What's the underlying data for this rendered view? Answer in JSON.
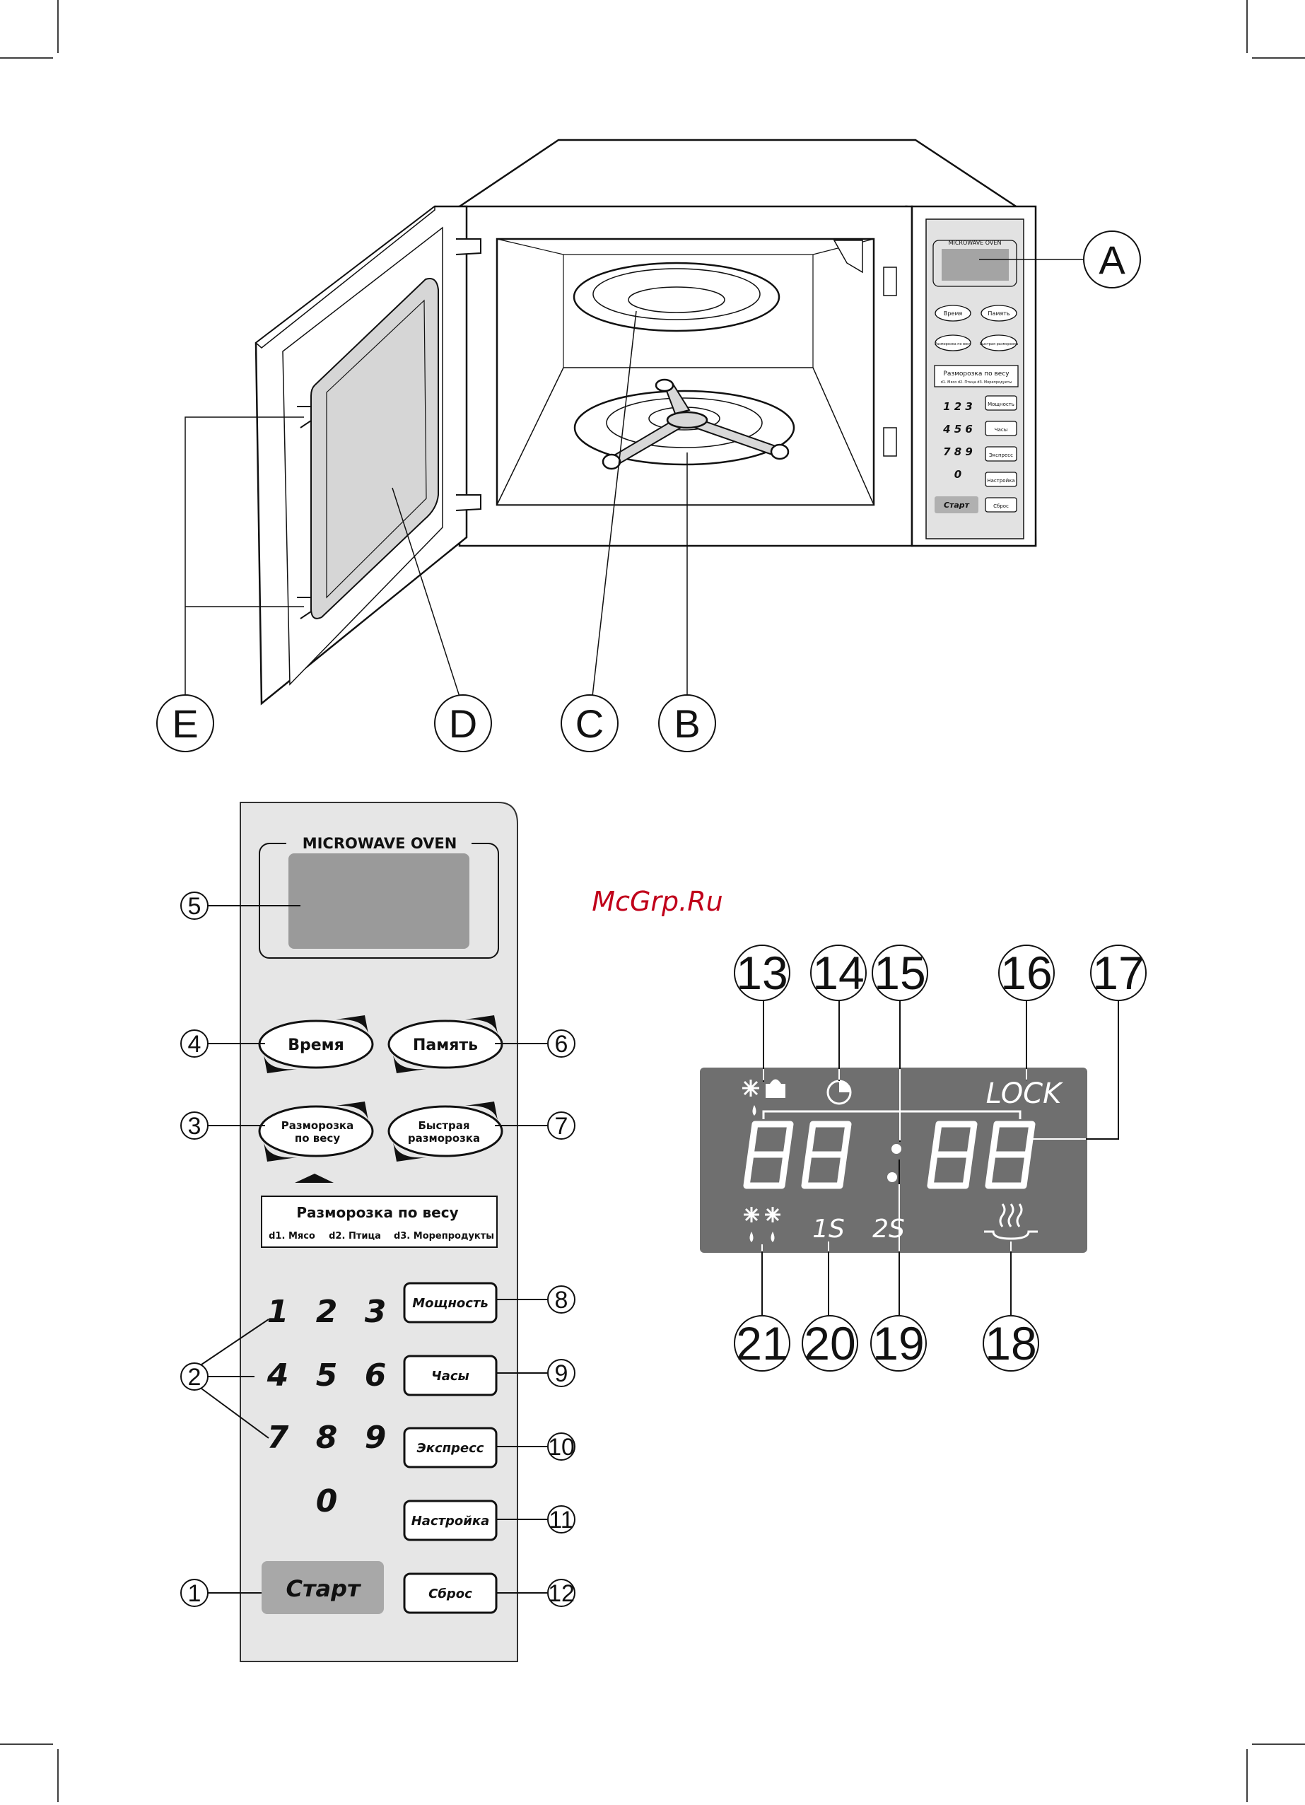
{
  "watermark": "McGrp.Ru",
  "oven_diagram": {
    "labels": [
      "A",
      "B",
      "C",
      "D",
      "E"
    ],
    "mini_panel": {
      "title": "MICROWAVE OVEN",
      "buttons": [
        "Время",
        "Память",
        "Разморозка по весу",
        "Быстрая разморозка"
      ],
      "defrost_box": "Разморозка по весу",
      "defrost_sub": "d1. Мясо  d2. Птица  d3. Морепродукты",
      "keys": [
        "1 2 3",
        "4 5 6",
        "7 8 9",
        "0"
      ],
      "side_buttons": [
        "Мощность",
        "Часы",
        "Экспресс",
        "Настройка",
        "Сброс"
      ],
      "start": "Старт"
    }
  },
  "control_panel": {
    "title": "MICROWAVE OVEN",
    "btn_time": "Время",
    "btn_memory": "Память",
    "btn_defrost_weight_1": "Разморозка",
    "btn_defrost_weight_2": "по весу",
    "btn_fast_defrost_1": "Быстрая",
    "btn_fast_defrost_2": "разморозка",
    "defrost_box_title": "Разморозка по весу",
    "defrost_d1": "d1. Мясо",
    "defrost_d2": "d2. Птица",
    "defrost_d3": "d3. Морепродукты",
    "keys": [
      "1",
      "2",
      "3",
      "4",
      "5",
      "6",
      "7",
      "8",
      "9",
      "0"
    ],
    "btn_power": "Мощность",
    "btn_clock": "Часы",
    "btn_express": "Экспресс",
    "btn_settings": "Настройка",
    "btn_start": "Старт",
    "btn_reset": "Сброс",
    "callouts": [
      "1",
      "2",
      "3",
      "4",
      "5",
      "6",
      "7",
      "8",
      "9",
      "10",
      "11",
      "12"
    ]
  },
  "display": {
    "lock": "LOCK",
    "s1": "1S",
    "s2": "2S",
    "callouts_top": [
      "13",
      "14",
      "15",
      "16",
      "17"
    ],
    "callouts_bottom": [
      "21",
      "20",
      "19",
      "18"
    ]
  },
  "colors": {
    "panel_fill": "#e6e6e6",
    "display_fill": "#6f6f6f",
    "lcd_glass": "#9a9a9a",
    "start_fill": "#a8a8a8",
    "watermark": "#c0001a"
  }
}
